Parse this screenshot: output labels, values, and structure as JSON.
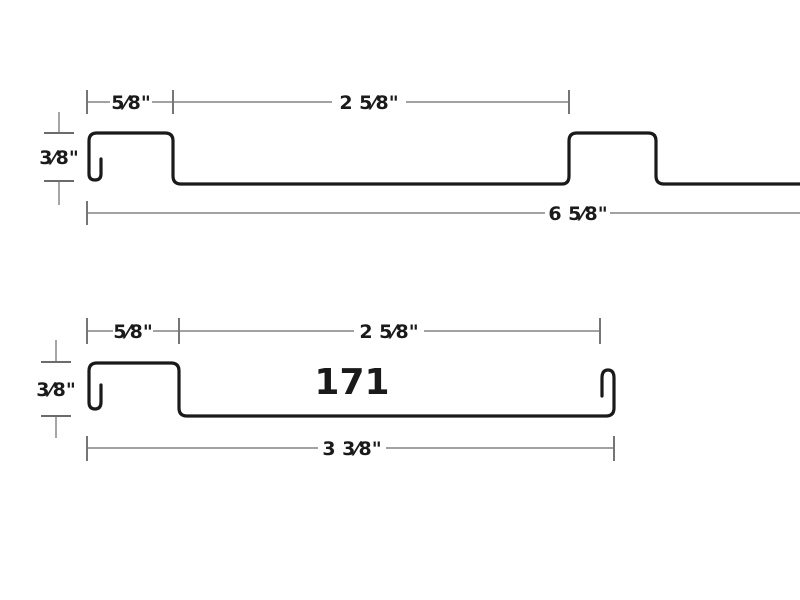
{
  "profile_top": {
    "dim_hook_width": "5⁄8\"",
    "dim_gap_width": "2 5⁄8\"",
    "dim_height": "3⁄8\"",
    "dim_total_width": "6 5⁄8\""
  },
  "profile_bottom": {
    "dim_hook_width": "5⁄8\"",
    "dim_gap_width": "2 5⁄8\"",
    "dim_height": "3⁄8\"",
    "dim_total_width": "3 3⁄8\"",
    "profile_label": "171"
  },
  "colors": {
    "profile_stroke": "#1a1a1a",
    "dimension_line": "#6b6b6b",
    "background": "#ffffff"
  }
}
